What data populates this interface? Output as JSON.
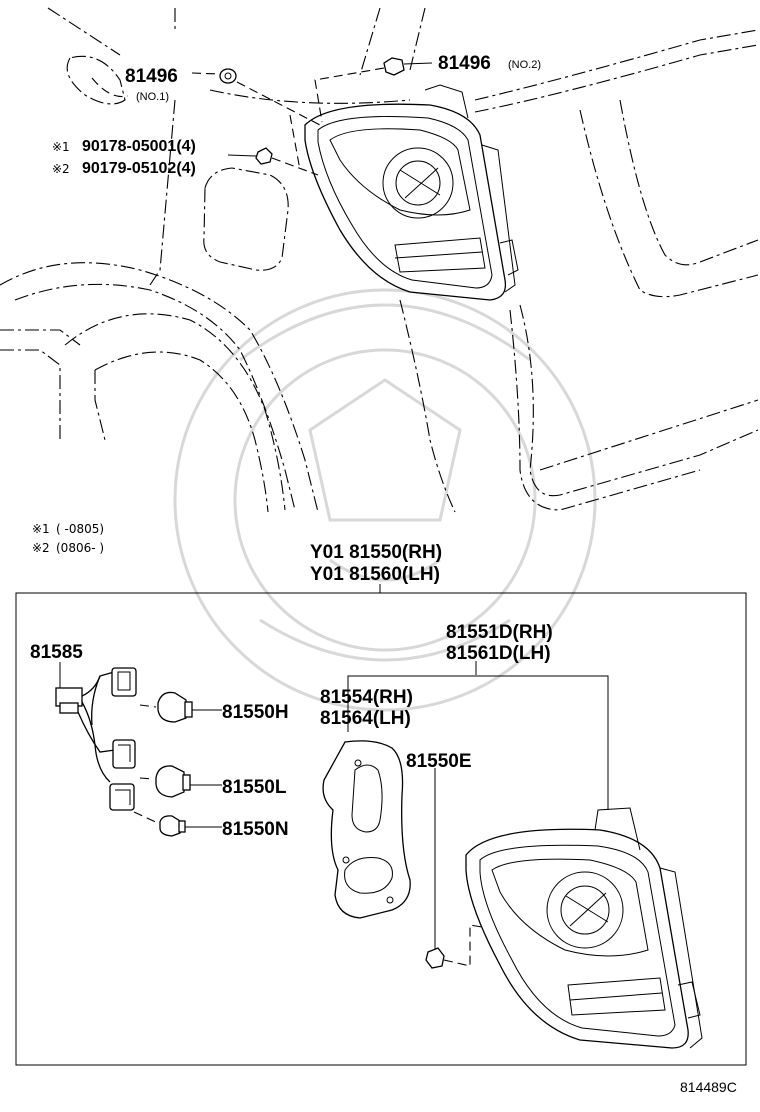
{
  "labels": {
    "grommet_no1": {
      "part": "81496",
      "sub": "(NO.1)"
    },
    "grommet_no2": {
      "part": "81496",
      "sub": "(NO.2)"
    },
    "nut_1": {
      "mark": "※1",
      "part": "90178-05001(4)"
    },
    "nut_2": {
      "mark": "※2",
      "part": "90179-05102(4)"
    },
    "lamp_assy_rh": "Y01 81550(RH)",
    "lamp_assy_lh": "Y01 81560(LH)",
    "socket_wire": "81585",
    "bulb_h": "81550H",
    "bulb_l": "81550L",
    "bulb_n": "81550N",
    "gasket_rh": "81554(RH)",
    "gasket_lh": "81564(LH)",
    "lens_rh": "81551D(RH)",
    "lens_lh": "81561D(LH)",
    "retainer": "81550E",
    "diagram_id": "814489C"
  },
  "notes": [
    {
      "mark": "※1",
      "text": "(      -0805)"
    },
    {
      "mark": "※2",
      "text": "(0806-      )"
    }
  ]
}
